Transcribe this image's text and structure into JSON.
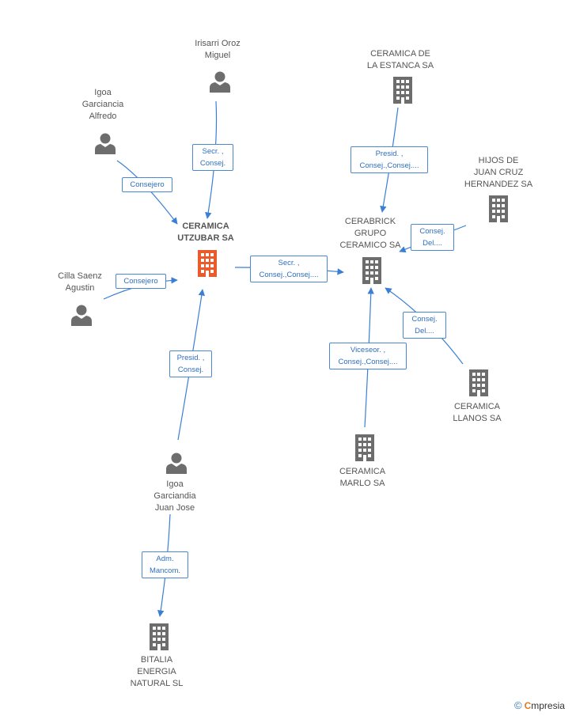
{
  "colors": {
    "edge": "#3a7fd5",
    "person": "#6d6d6d",
    "company": "#6d6d6d",
    "main_company": "#ea5b2b"
  },
  "nodes": {
    "irisarri": {
      "lines": [
        "Irisarri Oroz",
        "Miguel"
      ],
      "kind": "person"
    },
    "igoa_alfredo": {
      "lines": [
        "Igoa",
        "Garciancia",
        "Alfredo"
      ],
      "kind": "person"
    },
    "utzubar": {
      "lines": [
        "CERAMICA",
        "UTZUBAR SA"
      ],
      "kind": "main"
    },
    "cilla": {
      "lines": [
        "Cilla Saenz",
        "Agustin"
      ],
      "kind": "person"
    },
    "igoa_juanjose": {
      "lines": [
        "Igoa",
        "Garciandia",
        "Juan Jose"
      ],
      "kind": "person"
    },
    "bitalia": {
      "lines": [
        "BITALIA",
        "ENERGIA",
        "NATURAL SL"
      ],
      "kind": "company"
    },
    "estanca": {
      "lines": [
        "CERAMICA DE",
        "LA ESTANCA SA"
      ],
      "kind": "company"
    },
    "hijos": {
      "lines": [
        "HIJOS DE",
        "JUAN CRUZ",
        "HERNANDEZ SA"
      ],
      "kind": "company"
    },
    "cerabrick": {
      "lines": [
        "CERABRICK",
        "GRUPO",
        "CERAMICO SA"
      ],
      "kind": "company"
    },
    "llanos": {
      "lines": [
        "CERAMICA",
        "LLANOS SA"
      ],
      "kind": "company"
    },
    "marlo": {
      "lines": [
        "CERAMICA",
        "MARLO SA"
      ],
      "kind": "company"
    }
  },
  "edges": {
    "irisarri_utzubar": [
      "Secr. ,",
      "Consej."
    ],
    "igoa_alfredo_utzubar": [
      "Consejero"
    ],
    "cilla_utzubar": [
      "Consejero"
    ],
    "igoa_juanjose_utzubar": [
      "Presid. ,",
      "Consej."
    ],
    "igoa_juanjose_bitalia": [
      "Adm.",
      "Mancom."
    ],
    "utzubar_cerabrick": [
      "Secr. ,",
      "Consej.,Consej...."
    ],
    "estanca_cerabrick": [
      "Presid. ,",
      "Consej.,Consej...."
    ],
    "hijos_cerabrick": [
      "Consej.",
      "Del...."
    ],
    "llanos_cerabrick": [
      "Consej.",
      "Del...."
    ],
    "marlo_cerabrick": [
      "Viceseor. ,",
      "Consej.,Consej...."
    ]
  },
  "brand": {
    "name": "mpresia",
    "initial": "C",
    "copyright": "©"
  }
}
